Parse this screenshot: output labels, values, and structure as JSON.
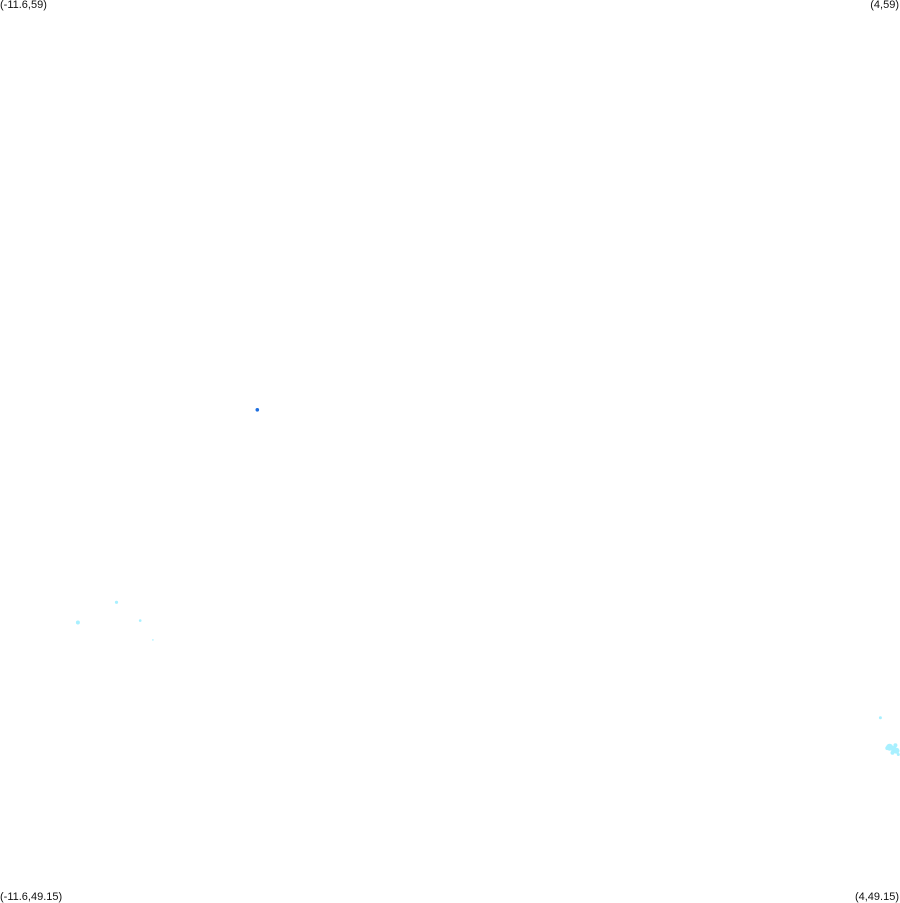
{
  "corners": {
    "top_left": "(-11.6,59)",
    "top_right": "(4,59)",
    "bottom_left": "(-11.6,49.15)",
    "bottom_right": "(4,49.15)"
  },
  "colors": {
    "background": "#ffffff",
    "marker_dark": "#1e6fe0",
    "marker_light": "#a8f0ff"
  },
  "bounds": {
    "lon_min": -11.6,
    "lon_max": 4,
    "lat_min": 49.15,
    "lat_max": 59
  },
  "markers": [
    {
      "lon": -7.14,
      "lat": 54.53,
      "kind": "dark",
      "r": 1.8
    },
    {
      "lon": -9.58,
      "lat": 52.43,
      "kind": "light",
      "r": 1.6
    },
    {
      "lon": -10.25,
      "lat": 52.21,
      "kind": "light",
      "r": 2.0
    },
    {
      "lon": -9.17,
      "lat": 52.23,
      "kind": "light",
      "r": 1.3
    },
    {
      "lon": -8.95,
      "lat": 52.02,
      "kind": "light",
      "r": 0.8
    },
    {
      "lon": 3.66,
      "lat": 51.17,
      "kind": "light",
      "r": 1.5
    },
    {
      "lon": 3.82,
      "lat": 50.85,
      "kind": "light",
      "r": 3.5
    },
    {
      "lon": 3.89,
      "lat": 50.83,
      "kind": "light",
      "r": 3.0
    },
    {
      "lon": 3.94,
      "lat": 50.81,
      "kind": "light",
      "r": 3.0
    },
    {
      "lon": 3.78,
      "lat": 50.84,
      "kind": "light",
      "r": 2.0
    },
    {
      "lon": 3.87,
      "lat": 50.79,
      "kind": "light",
      "r": 2.0
    },
    {
      "lon": 3.92,
      "lat": 50.87,
      "kind": "light",
      "r": 2.0
    },
    {
      "lon": 3.97,
      "lat": 50.77,
      "kind": "light",
      "r": 1.5
    }
  ]
}
